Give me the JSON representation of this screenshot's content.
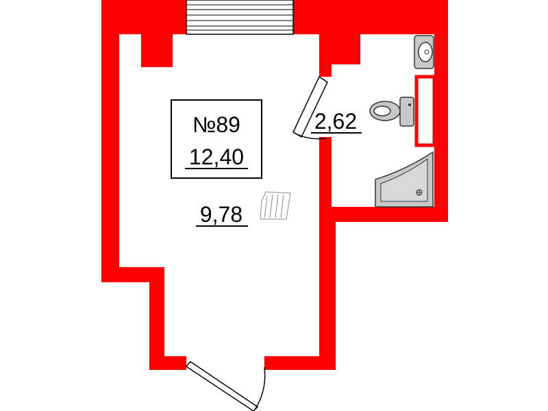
{
  "colors": {
    "wall": "#ff0000",
    "background": "#ffffff",
    "line": "#000000",
    "fixture_fill": "#c8c8c8",
    "fixture_stroke": "#333333"
  },
  "apartment": {
    "number_label": "№89",
    "total_area": "12,40"
  },
  "rooms": {
    "main_area": "9,78",
    "bathroom_area": "2,62"
  },
  "icons": {
    "window": "window-icon",
    "door": "door-icon",
    "toilet": "toilet-icon",
    "sink": "sink-icon",
    "shower": "corner-shower-icon",
    "radiator": "radiator-icon"
  }
}
